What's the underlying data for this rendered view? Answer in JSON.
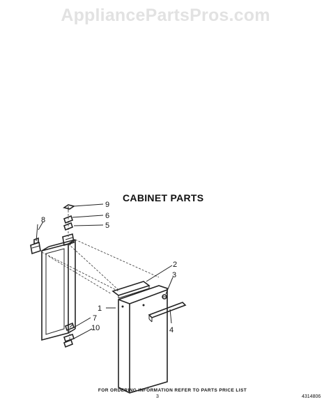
{
  "watermark": "AppliancePartsPros.com",
  "title": "CABINET PARTS",
  "callouts": [
    "9",
    "6",
    "5",
    "8",
    "2",
    "3",
    "1",
    "7",
    "10",
    "4"
  ],
  "footer": {
    "note": "FOR ORDERING INFORMATION REFER TO PARTS PRICE LIST",
    "page_number": "3",
    "document_number": "4314806"
  }
}
